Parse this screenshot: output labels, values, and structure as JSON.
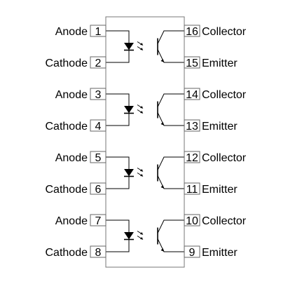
{
  "pins_left": [
    {
      "label": "Anode",
      "num": "1"
    },
    {
      "label": "Cathode",
      "num": "2"
    },
    {
      "label": "Anode",
      "num": "3"
    },
    {
      "label": "Cathode",
      "num": "4"
    },
    {
      "label": "Anode",
      "num": "5"
    },
    {
      "label": "Cathode",
      "num": "6"
    },
    {
      "label": "Anode",
      "num": "7"
    },
    {
      "label": "Cathode",
      "num": "8"
    }
  ],
  "pins_right": [
    {
      "label": "Collector",
      "num": "16"
    },
    {
      "label": "Emitter",
      "num": "15"
    },
    {
      "label": "Collector",
      "num": "14"
    },
    {
      "label": "Emitter",
      "num": "13"
    },
    {
      "label": "Collector",
      "num": "12"
    },
    {
      "label": "Emitter",
      "num": "11"
    },
    {
      "label": "Collector",
      "num": "10"
    },
    {
      "label": "Emitter",
      "num": "9"
    }
  ]
}
